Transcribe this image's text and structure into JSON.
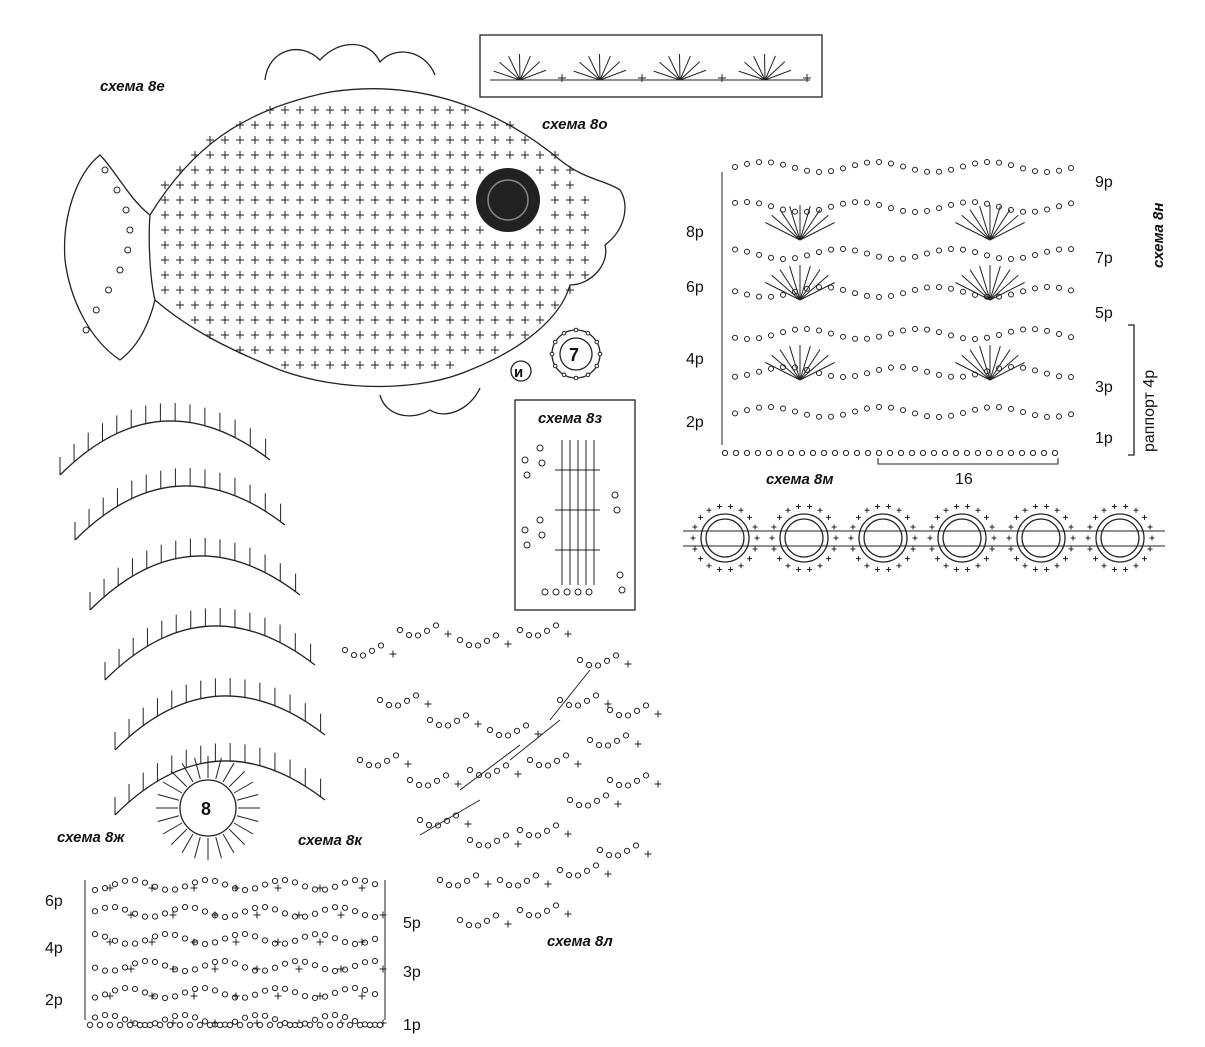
{
  "labels": {
    "fish": "схема 8е",
    "bubble": "схема 8о",
    "fan_row": "схема 8н",
    "rings_row": "схема 8м",
    "small_grid": "схема 8з",
    "flower": "схема 8ж",
    "mesh_label": "схема 8к",
    "branch": "схема 8л"
  },
  "motif_numbers": {
    "circle_7": "7",
    "circle_8": "8",
    "marker_i": "и"
  },
  "fan_rows": {
    "left": [
      "8р",
      "6р",
      "4р",
      "2р"
    ],
    "right": [
      "9р",
      "7р",
      "5р",
      "3р",
      "1р"
    ],
    "repeat": "раппорт 4р",
    "count": "16"
  },
  "mesh_rows": {
    "left": [
      "6р",
      "4р",
      "2р"
    ],
    "right": [
      "5р",
      "3р",
      "1р"
    ]
  }
}
